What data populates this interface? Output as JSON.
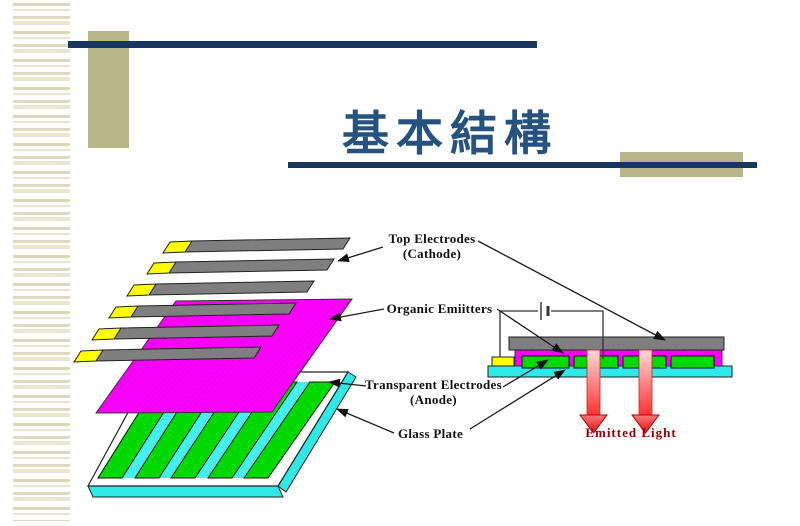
{
  "slide_title": "基本結構",
  "labels": {
    "top_electrodes_1": "Top Electrodes",
    "top_electrodes_2": "(Cathode)",
    "organic_emitters": "Organic Emiitters",
    "transparent_electrodes_1": "Transparent Electrodes",
    "transparent_electrodes_2": "(Anode)",
    "glass_plate": "Glass Plate",
    "emitted_light": "Emitted Light"
  },
  "colors": {
    "navy": "#17375e",
    "tan": "#b9b58a",
    "titleblue": "#26527f",
    "magenta": "#ff00ff",
    "magentadark": "#d400d4",
    "graybar": "#7f7f7f",
    "yellowtip": "#ffff00",
    "green": "#00d900",
    "cyan": "#2fe8e8",
    "cyanpale": "#45efef",
    "red": "#e03030",
    "reddark": "#8b0000",
    "ink": "#111111"
  }
}
